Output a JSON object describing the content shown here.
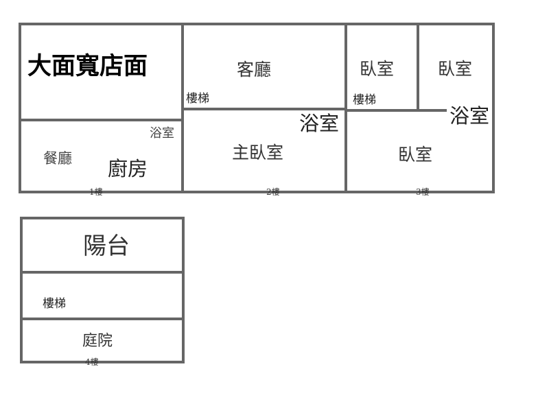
{
  "floors": {
    "f1": {
      "label": "1樓",
      "shop": "大面寬店面",
      "bath": "浴室",
      "dining": "餐廳",
      "kitchen": "廚房"
    },
    "f2": {
      "label": "2樓",
      "living": "客廳",
      "stairs": "樓梯",
      "bath": "浴室",
      "master": "主臥室"
    },
    "f3": {
      "label": "3樓",
      "bed1": "臥室",
      "bed2": "臥室",
      "stairs": "樓梯",
      "bath": "浴室",
      "bed3": "臥室"
    },
    "f4": {
      "label": "4樓",
      "balcony": "陽台",
      "stairs": "樓梯",
      "yard": "庭院"
    }
  },
  "colors": {
    "wall": "#666666"
  }
}
